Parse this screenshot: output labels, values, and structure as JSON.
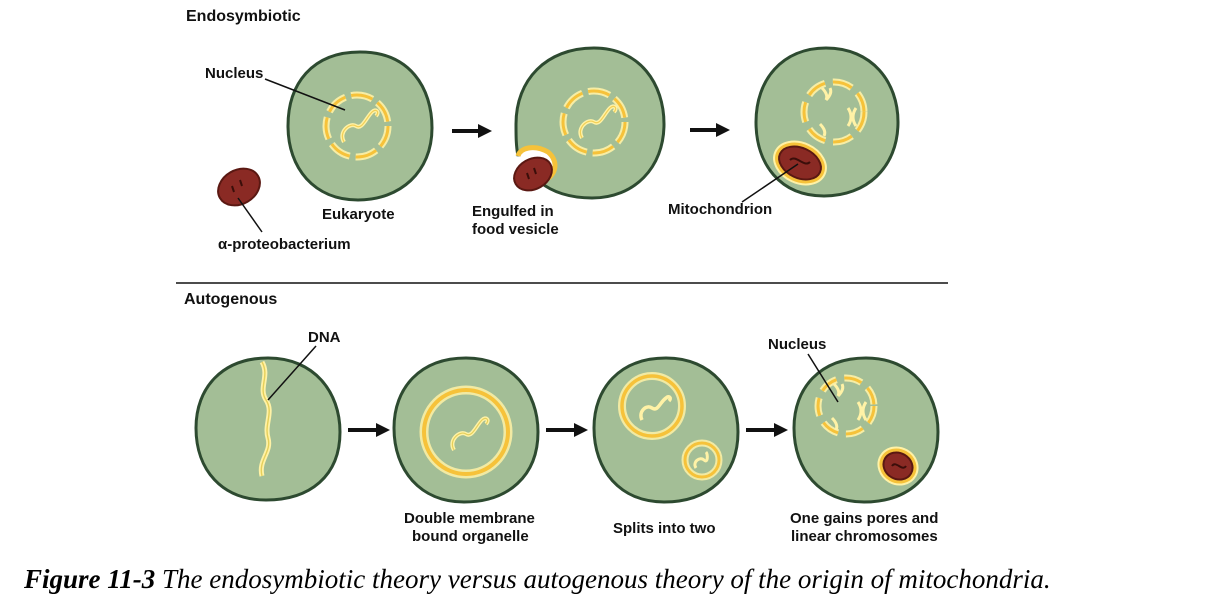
{
  "sections": {
    "endosymbiotic": "Endosymbiotic",
    "autogenous": "Autogenous"
  },
  "endosymbiotic": {
    "nucleus_label": "Nucleus",
    "eukaryote_label": "Eukaryote",
    "bacterium_label": "α-proteobacterium",
    "engulfed_label": [
      "Engulfed in",
      "food vesicle"
    ],
    "mitochondrion_label": "Mitochondrion"
  },
  "autogenous": {
    "dna_label": "DNA",
    "double_membrane_label": [
      "Double membrane",
      "bound organelle"
    ],
    "splits_label": "Splits into two",
    "nucleus_label": "Nucleus",
    "gains_pores_label": [
      "One gains pores and",
      "linear chromosomes"
    ]
  },
  "caption": {
    "figure_number": "Figure 11-3",
    "text": " The endosymbiotic theory versus autogenous theory of the origin of mitochondria."
  },
  "colors": {
    "cell_fill": "#a3be96",
    "cell_stroke": "#2d4a30",
    "membrane_gold": "#f6c23a",
    "membrane_glow": "#fff2a6",
    "mito_fill": "#8a2a24",
    "mito_dark": "#5a1812"
  }
}
